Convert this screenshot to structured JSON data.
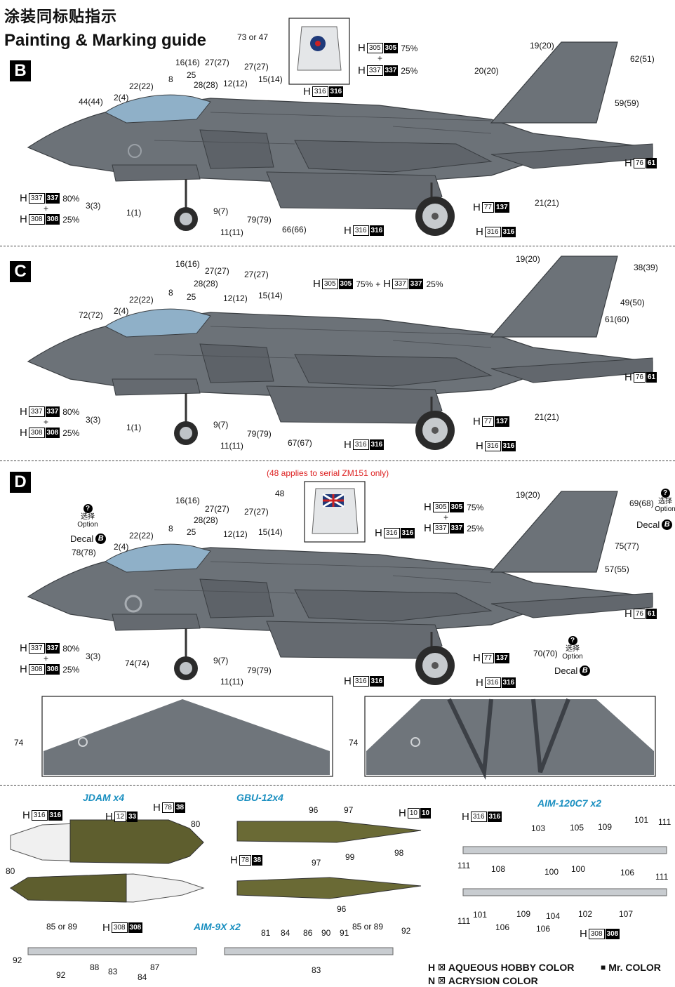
{
  "header": {
    "title_cn": "涂装同标贴指示",
    "title_en": "Painting & Marking guide"
  },
  "sections": {
    "b": "B",
    "c": "C",
    "d": "D"
  },
  "paint": {
    "H": "H",
    "plus": "+",
    "c337": "337",
    "c308": "308",
    "c305": "305",
    "c316": "316",
    "c76": "76",
    "c61": "61",
    "c77": "77",
    "c137": "137",
    "c12": "12",
    "c33": "33",
    "c78": "78",
    "c38": "38",
    "c10": "10",
    "p80": "80%",
    "p25": "25%",
    "p75": "75%"
  },
  "b_labels": {
    "l73": "73 or 47",
    "l44": "44(44)",
    "l2": "2(4)",
    "l22": "22(22)",
    "l8": "8",
    "l16": "16(16)",
    "l25": "25",
    "l27a": "27(27)",
    "l28": "28(28)",
    "l12": "12(12)",
    "l27b": "27(27)",
    "l15": "15(14)",
    "l19": "19(20)",
    "l62": "62(51)",
    "l20": "20(20)",
    "l59": "59(59)",
    "l3": "3(3)",
    "l1": "1(1)",
    "l9": "9(7)",
    "l11": "11(11)",
    "l79": "79(79)",
    "l66": "66(66)",
    "l21": "21(21)"
  },
  "c_labels": {
    "l16": "16(16)",
    "l27a": "27(27)",
    "l28": "28(28)",
    "l27b": "27(27)",
    "l12": "12(12)",
    "l15": "15(14)",
    "l8": "8",
    "l25": "25",
    "l22": "22(22)",
    "l72": "72(72)",
    "l2": "2(4)",
    "l19": "19(20)",
    "l38": "38(39)",
    "l49": "49(50)",
    "l61": "61(60)",
    "l3": "3(3)",
    "l1": "1(1)",
    "l9": "9(7)",
    "l11": "11(11)",
    "l79": "79(79)",
    "l67": "67(67)",
    "l21": "21(21)"
  },
  "d_labels": {
    "note": "(48 applies to serial ZM151 only)",
    "l48": "48",
    "l16": "16(16)",
    "l27a": "27(27)",
    "l28": "28(28)",
    "l27b": "27(27)",
    "l12": "12(12)",
    "l15": "15(14)",
    "l8": "8",
    "l25": "25",
    "l22": "22(22)",
    "l2": "2(4)",
    "l78": "78(78)",
    "l19": "19(20)",
    "l69": "69(68)",
    "l75": "75(77)",
    "l57": "57(55)",
    "l70": "70(70)",
    "l3": "3(3)",
    "l74": "74(74)",
    "l9": "9(7)",
    "l11": "11(11)",
    "l79": "79(79)",
    "option_cn": "选择",
    "option_en": "Option",
    "decal": "Decal",
    "decal_letter": "B",
    "q": "?"
  },
  "underside": {
    "l74a": "74",
    "l74b": "74"
  },
  "weapons": {
    "jdam_title": "JDAM x4",
    "gbu_title": "GBU-12x4",
    "aim120_title": "AIM-120C7 x2",
    "aim9_title": "AIM-9X x2",
    "n80a": "80",
    "n80b": "80",
    "n96a": "96",
    "n97a": "97",
    "n99": "99",
    "n98": "98",
    "n97b": "97",
    "n96b": "96",
    "n103": "103",
    "n105": "105",
    "n109a": "109",
    "n101a": "101",
    "n111a": "111",
    "n111b": "111",
    "n108": "108",
    "n100a": "100",
    "n106a": "106",
    "n111c": "111",
    "n100b": "100",
    "n111d": "111",
    "n101b": "101",
    "n109b": "109",
    "n104": "104",
    "n102": "102",
    "n107": "107",
    "n106b": "106",
    "n106c": "106",
    "n85a": "85 or 89",
    "n92a": "92",
    "n92b": "92",
    "n88": "88",
    "n83a": "83",
    "n84a": "84",
    "n87": "87",
    "n81": "81",
    "n84b": "84",
    "n86": "86",
    "n90": "90",
    "n91": "91",
    "n85b": "85 or 89",
    "n92c": "92",
    "n83b": "83"
  },
  "legend": {
    "h": "AQUEOUS HOBBY COLOR",
    "n": "ACRYSION COLOR",
    "m": "Mr. COLOR",
    "h_letter": "H",
    "n_letter": "N"
  },
  "colors": {
    "jet": "#6c7278",
    "jet_dark": "#54595f",
    "canopy": "#8fb0c8",
    "olive": "#5e5e2e",
    "cyan": "#1a8fc0"
  }
}
